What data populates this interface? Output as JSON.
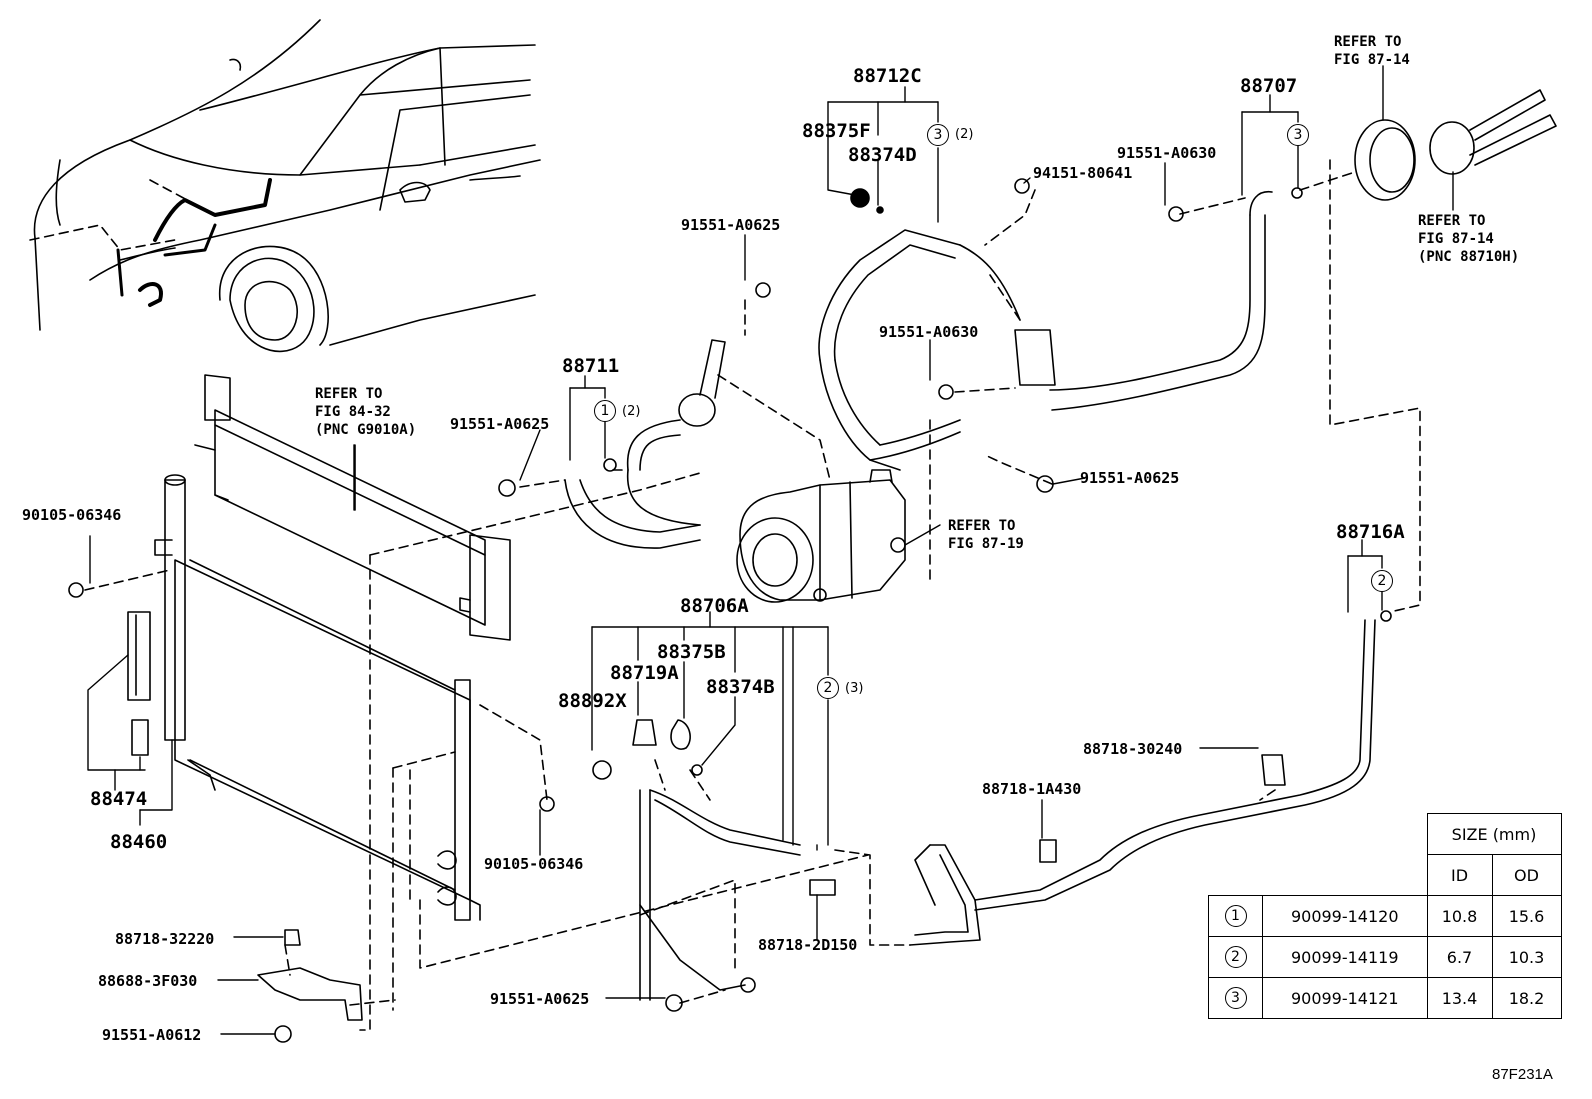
{
  "parts": {
    "p88712C": "88712C",
    "p88375F": "88375F",
    "p88374D": "88374D",
    "p88707": "88707",
    "p88711": "88711",
    "p88706A": "88706A",
    "p88375B": "88375B",
    "p88719A": "88719A",
    "p88374B": "88374B",
    "p88892X": "88892X",
    "p88716A": "88716A",
    "p88474": "88474",
    "p88460": "88460",
    "p91551_A0630_top": "91551-A0630",
    "p94151_80641": "94151-80641",
    "p91551_A0625_top": "91551-A0625",
    "p91551_A0630_mid": "91551-A0630",
    "p91551_A0625_left": "91551-A0625",
    "p91551_A0625_right": "91551-A0625",
    "p90105_06346_left": "90105-06346",
    "p90105_06346_mid": "90105-06346",
    "p88718_30240": "88718-30240",
    "p88718_1A430": "88718-1A430",
    "p88718_2D150": "88718-2D150",
    "p88718_32220": "88718-32220",
    "p88688_3F030": "88688-3F030",
    "p91551_A0625_bottom": "91551-A0625",
    "p91551_A0612": "91551-A0612"
  },
  "refs": {
    "ref_fig87_14_top": [
      "REFER TO",
      "FIG 87-14"
    ],
    "ref_fig87_14_right": [
      "REFER TO",
      "FIG 87-14",
      "(PNC 88710H)"
    ],
    "ref_fig84_32": [
      "REFER TO",
      "FIG 84-32",
      "(PNC G9010A)"
    ],
    "ref_fig87_19": [
      "REFER TO",
      "FIG 87-19"
    ]
  },
  "callouts": {
    "c3a": "3",
    "c3a_qty": "(2)",
    "c3b": "3",
    "c1": "1",
    "c1_qty": "(2)",
    "c2a": "2",
    "c2a_qty": "(3)",
    "c2b": "2"
  },
  "size_table": {
    "header": "SIZE (mm)",
    "col_id": "ID",
    "col_od": "OD",
    "rows": [
      {
        "key": "1",
        "part": "90099-14120",
        "id": "10.8",
        "od": "15.6"
      },
      {
        "key": "2",
        "part": "90099-14119",
        "id": "6.7",
        "od": "10.3"
      },
      {
        "key": "3",
        "part": "90099-14121",
        "id": "13.4",
        "od": "18.2"
      }
    ]
  },
  "figure_id": "87F231A"
}
